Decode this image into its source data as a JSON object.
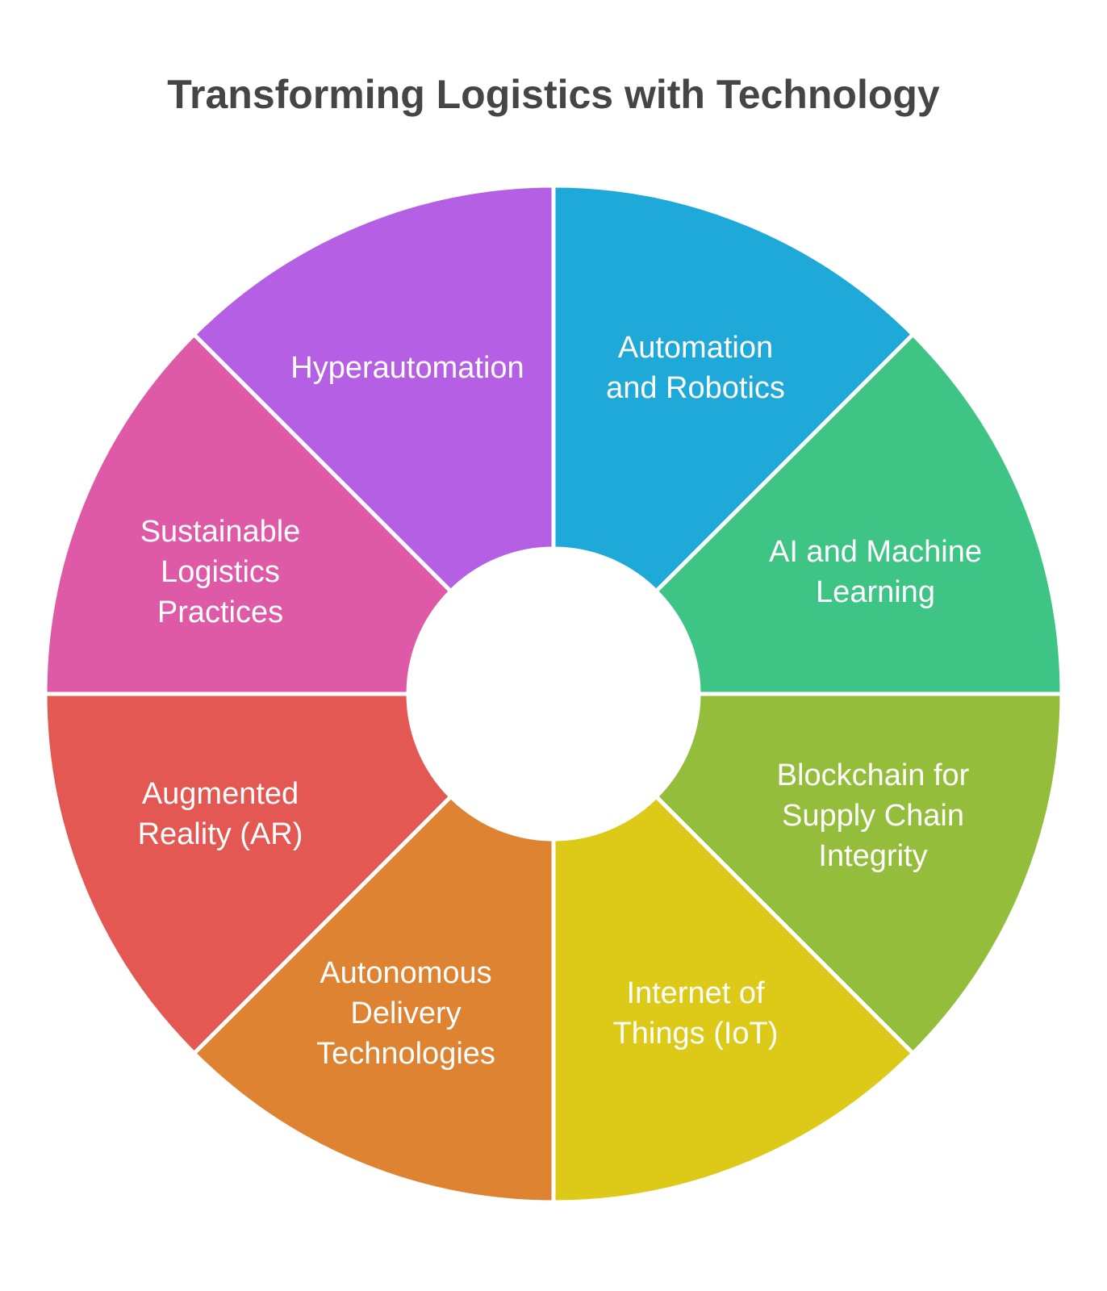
{
  "title": "Transforming Logistics with Technology",
  "segments": [
    {
      "id": "automation-and-robotics",
      "lines": [
        "Automation",
        "and Robotics"
      ],
      "color": "#1fa9d8"
    },
    {
      "id": "ai-and-machine-learning",
      "lines": [
        "AI and Machine",
        "Learning"
      ],
      "color": "#3ec484"
    },
    {
      "id": "blockchain-for-supply-chain-integrity",
      "lines": [
        "Blockchain for",
        "Supply Chain",
        "Integrity"
      ],
      "color": "#93bd3b"
    },
    {
      "id": "internet-of-things",
      "lines": [
        "Internet of",
        "Things (IoT)"
      ],
      "color": "#ddc918"
    },
    {
      "id": "autonomous-delivery-technologies",
      "lines": [
        "Autonomous",
        "Delivery",
        "Technologies"
      ],
      "color": "#de8331"
    },
    {
      "id": "augmented-reality",
      "lines": [
        "Augmented",
        "Reality (AR)"
      ],
      "color": "#e45853"
    },
    {
      "id": "sustainable-logistics-practices",
      "lines": [
        "Sustainable",
        "Logistics",
        "Practices"
      ],
      "color": "#de5aa7"
    },
    {
      "id": "hyperautomation",
      "lines": [
        "Hyperautomation"
      ],
      "color": "#b560e4"
    }
  ]
}
